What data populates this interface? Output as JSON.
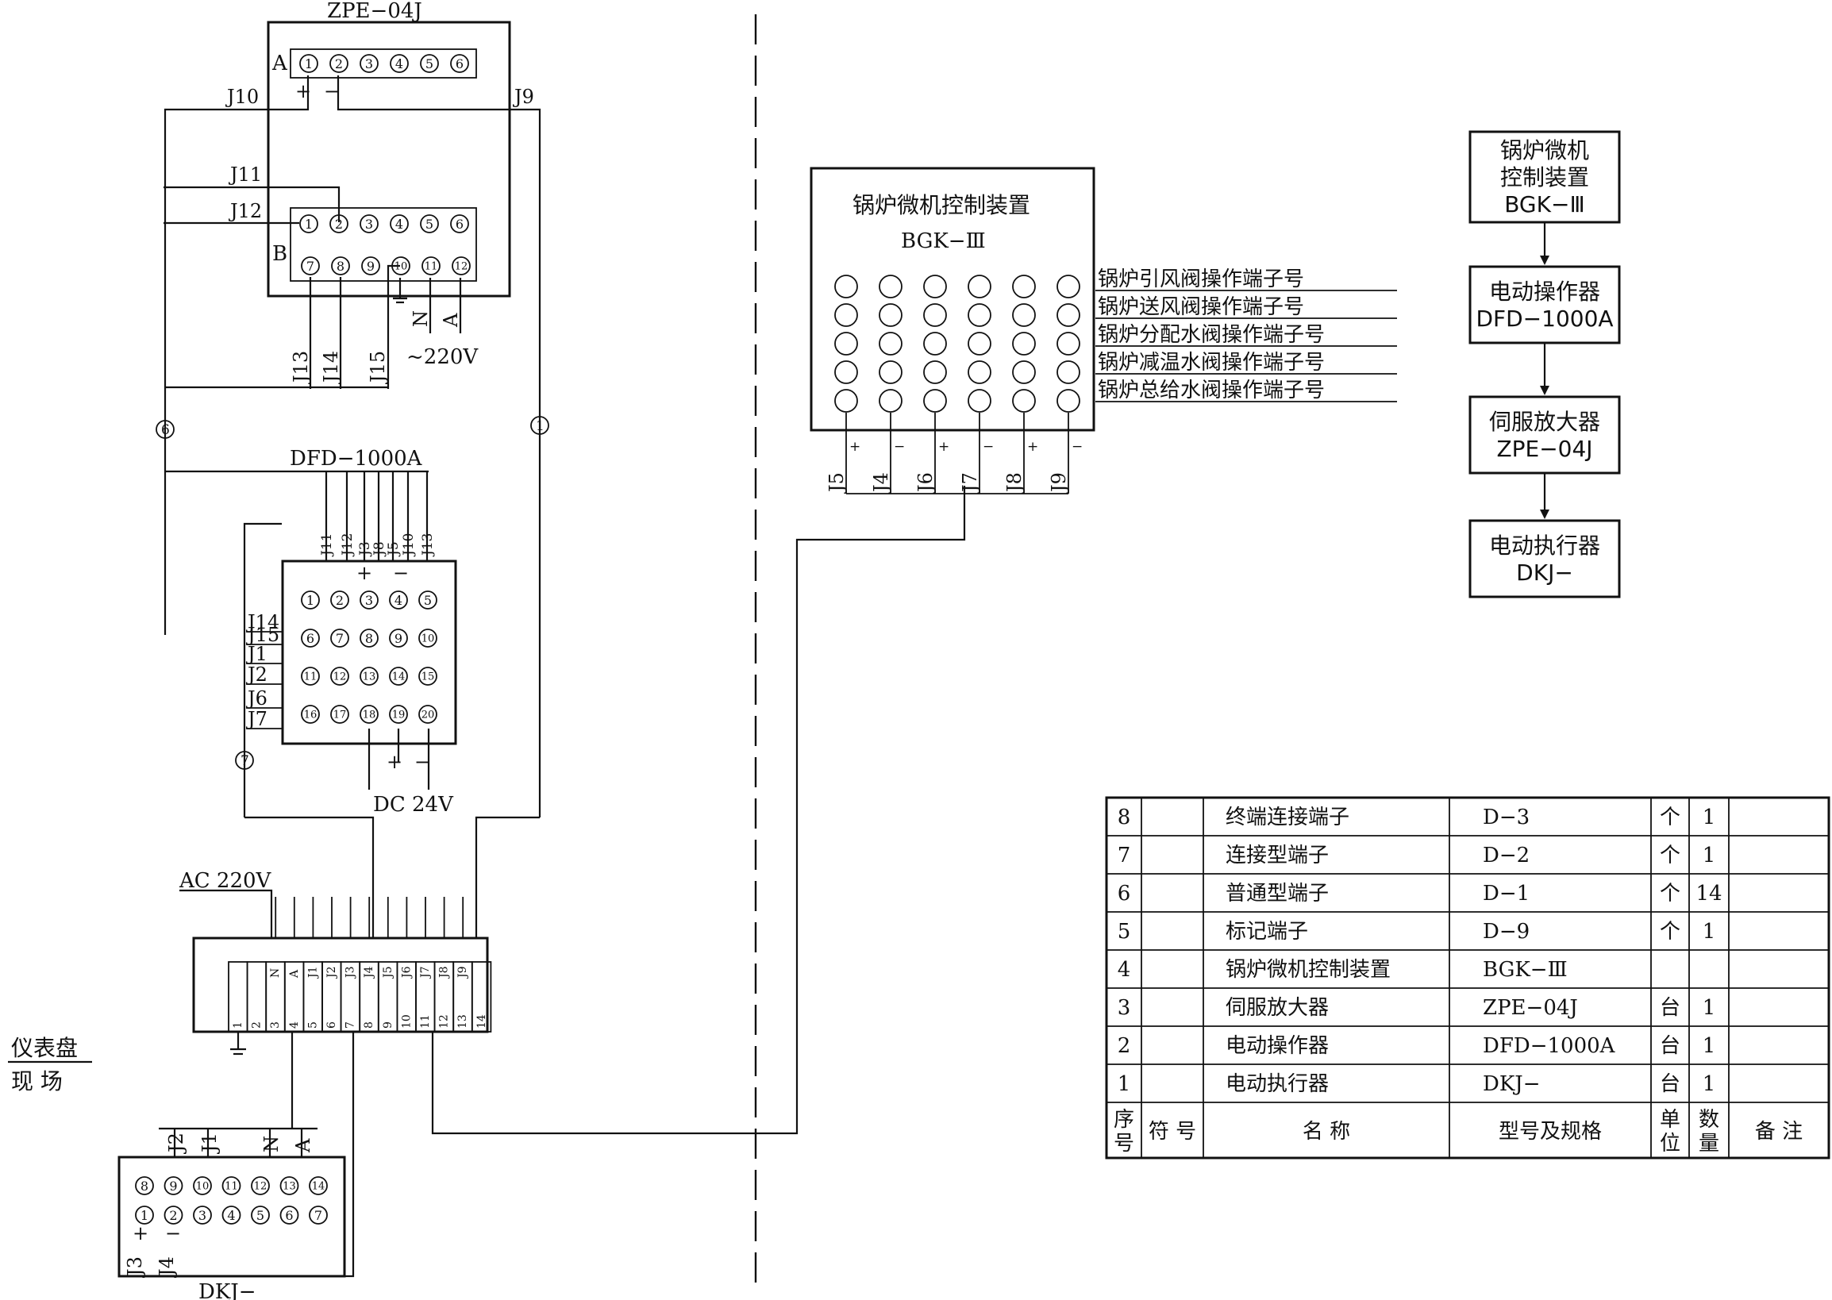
{
  "servo_amp": {
    "title": "ZPE−04J",
    "row_a_label": "A",
    "row_b_label": "B",
    "row_a_terms": [
      "1",
      "2",
      "3",
      "4",
      "5",
      "6"
    ],
    "row_b1_terms": [
      "1",
      "2",
      "3",
      "4",
      "5",
      "6"
    ],
    "row_b2_terms": [
      "7",
      "8",
      "9",
      "10",
      "11",
      "12"
    ],
    "plus": "+",
    "minus": "−",
    "j10": "J10",
    "j9": "J9",
    "j11": "J11",
    "j12": "J12",
    "j13": "J13",
    "j14": "J14",
    "j15": "J15",
    "n_label": "N",
    "a_label": "A",
    "supply": "~220V"
  },
  "bundle_marks": {
    "left": "6",
    "right": "1",
    "lower": "7"
  },
  "operator": {
    "title": "DFD−1000A",
    "top_wires": [
      "J11",
      "J12",
      "J3",
      "J8",
      "J5",
      "J10",
      "J13"
    ],
    "terms": [
      "1",
      "2",
      "3",
      "4",
      "5",
      "6",
      "7",
      "8",
      "9",
      "10",
      "11",
      "12",
      "13",
      "14",
      "15",
      "16",
      "17",
      "18",
      "19",
      "20"
    ],
    "left_wires": [
      "J14",
      "J15",
      "J1",
      "J2",
      "J6",
      "J7"
    ],
    "plus": "+",
    "minus": "−",
    "supply": "DC 24V"
  },
  "terminal_strip": {
    "supply": "AC 220V",
    "top_labels": [
      "N",
      "A",
      "J1",
      "J2",
      "J3",
      "J4",
      "J5",
      "J6",
      "J7",
      "J8",
      "J9"
    ],
    "bottom_labels": [
      "1",
      "2",
      "3",
      "4",
      "5",
      "6",
      "7",
      "8",
      "9",
      "10",
      "11",
      "12",
      "13",
      "14"
    ]
  },
  "zone": {
    "panel": "仪表盘",
    "field": "现  场"
  },
  "actuator": {
    "title": "DKJ−",
    "top_wires": [
      "J2",
      "J1",
      "N",
      "A"
    ],
    "row1": [
      "8",
      "9",
      "10",
      "11",
      "12",
      "13",
      "14"
    ],
    "row2": [
      "1",
      "2",
      "3",
      "4",
      "5",
      "6",
      "7"
    ],
    "j3": "J3",
    "j4": "J4",
    "plus": "+",
    "minus": "−"
  },
  "controller": {
    "title_line1": "锅炉微机控制装置",
    "title_line2": "BGK−Ⅲ",
    "outputs": [
      "锅炉引风阀操作端子号",
      "锅炉送风阀操作端子号",
      "锅炉分配水阀操作端子号",
      "锅炉减温水阀操作端子号",
      "锅炉总给水阀操作端子号"
    ],
    "wires": [
      "J5",
      "J4",
      "J6",
      "J7",
      "J8",
      "J9"
    ],
    "signs": [
      "+",
      "−",
      "+",
      "−",
      "+",
      "−"
    ]
  },
  "flow": [
    {
      "line1": "锅炉微机",
      "line2": "控制装置",
      "line3": "BGK−Ⅲ"
    },
    {
      "line1": "电动操作器",
      "line2": "DFD−1000A"
    },
    {
      "line1": "伺服放大器",
      "line2": "ZPE−04J"
    },
    {
      "line1": "电动执行器",
      "line2": "DKJ−"
    }
  ],
  "parts_table": {
    "headers": {
      "no": "序号",
      "symbol": "符 号",
      "name": "名  称",
      "model": "型号及规格",
      "unit": "单位",
      "qty": "数量",
      "note": "备 注"
    },
    "rows": [
      {
        "no": "8",
        "name": "终端连接端子",
        "model": "D−3",
        "unit": "个",
        "qty": "1"
      },
      {
        "no": "7",
        "name": "连接型端子",
        "model": "D−2",
        "unit": "个",
        "qty": "1"
      },
      {
        "no": "6",
        "name": "普通型端子",
        "model": "D−1",
        "unit": "个",
        "qty": "14"
      },
      {
        "no": "5",
        "name": "标记端子",
        "model": "D−9",
        "unit": "个",
        "qty": "1"
      },
      {
        "no": "4",
        "name": "锅炉微机控制装置",
        "model": "BGK−Ⅲ",
        "unit": "",
        "qty": ""
      },
      {
        "no": "3",
        "name": "伺服放大器",
        "model": "ZPE−04J",
        "unit": "台",
        "qty": "1"
      },
      {
        "no": "2",
        "name": "电动操作器",
        "model": "DFD−1000A",
        "unit": "台",
        "qty": "1"
      },
      {
        "no": "1",
        "name": "电动执行器",
        "model": "DKJ−",
        "unit": "台",
        "qty": "1"
      }
    ]
  }
}
